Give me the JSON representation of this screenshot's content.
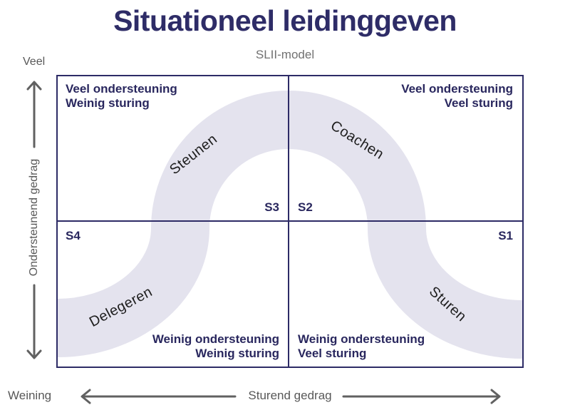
{
  "title": "Situationeel leidinggeven",
  "subtitle": "SLII-model",
  "colors": {
    "navy_text": "#29275e",
    "border_navy": "#2d2b66",
    "curve_band": "#e4e3ee",
    "axis_gray": "#585858",
    "style_label_color": "#1e1e1e"
  },
  "y_axis": {
    "label": "Ondersteunend gedrag",
    "max_label": "Veel",
    "min_label": "Weining"
  },
  "x_axis": {
    "label": "Sturend gedrag"
  },
  "quadrants": {
    "top_left": {
      "line1": "Veel ondersteuning",
      "line2": "Weinig sturing",
      "stage": "S3"
    },
    "top_right": {
      "line1": "Veel ondersteuning",
      "line2": "Veel sturing",
      "stage": "S2"
    },
    "bottom_left": {
      "line1": "Weinig ondersteuning",
      "line2": "Weinig sturing",
      "stage": "S4"
    },
    "bottom_right": {
      "line1": "Weinig ondersteuning",
      "line2": "Veel sturing",
      "stage": "S1"
    }
  },
  "leadership_styles": {
    "steunen": "Steunen",
    "coachen": "Coachen",
    "delegeren": "Delegeren",
    "sturen": "Sturen"
  }
}
